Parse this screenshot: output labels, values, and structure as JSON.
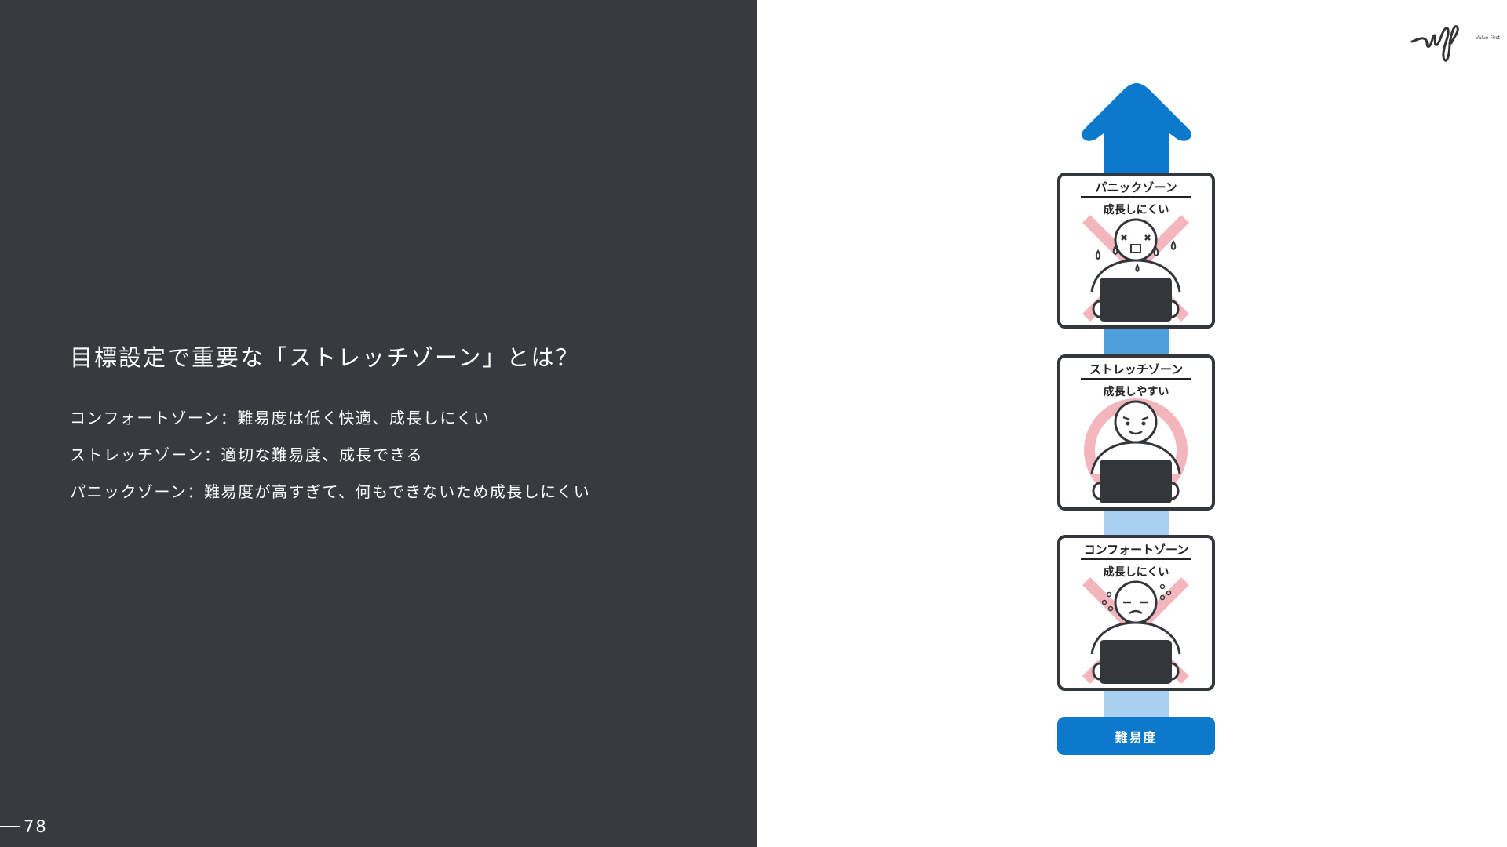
{
  "slide": {
    "title": "目標設定で重要な「ストレッチゾーン」とは？",
    "descriptions": [
      "コンフォートゾーン：難易度は低く快適、成長しにくい",
      "ストレッチゾーン：適切な難易度、成長できる",
      "パニックゾーン：難易度が高すぎて、何もできないため成長しにくい"
    ],
    "page_number": "78"
  },
  "logo": {
    "text": "Value First"
  },
  "diagram": {
    "zones": [
      {
        "title": "パニックゾーン",
        "subtitle": "成長しにくい",
        "marker": "cross"
      },
      {
        "title": "ストレッチゾーン",
        "subtitle": "成長しやすい",
        "marker": "circle"
      },
      {
        "title": "コンフォートゾーン",
        "subtitle": "成長しにくい",
        "marker": "cross"
      }
    ],
    "axis_label": "難易度"
  },
  "colors": {
    "panel_bg": "#373b3f",
    "arrow_head": "#0d79cc",
    "arrow_mid": "#4e9fdc",
    "arrow_low": "#a9d0f0",
    "marker_pink": "#f4b6bd",
    "card_border": "#33373b"
  }
}
